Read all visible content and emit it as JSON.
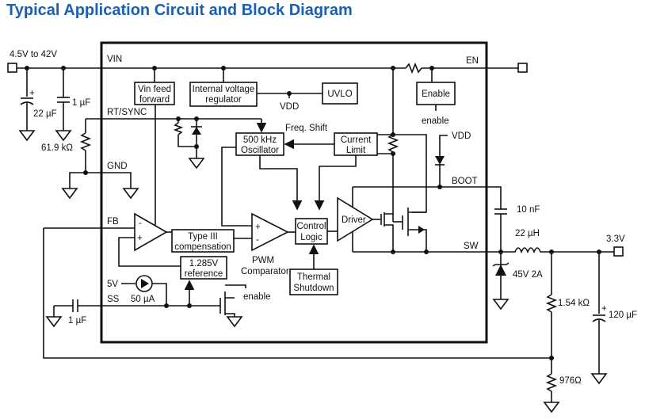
{
  "title": "Typical Application Circuit and Block Diagram",
  "colors": {
    "title": "#1a5fb4",
    "lines": "#111111"
  },
  "pins": {
    "vin": "VIN",
    "en": "EN",
    "rt_sync": "RT/SYNC",
    "gnd": "GND",
    "fb": "FB",
    "ss": "SS",
    "boot": "BOOT",
    "sw": "SW"
  },
  "blocks": {
    "vin_feed_forward": [
      "Vin feed",
      "forward"
    ],
    "internal_regulator": [
      "Internal voltage",
      "regulator"
    ],
    "uvlo": [
      "UVLO"
    ],
    "enable": [
      "Enable"
    ],
    "oscillator": [
      "500 kHz",
      "Oscillator"
    ],
    "current_limit": [
      "Current",
      "Limit"
    ],
    "type3_comp": [
      "Type III",
      "compensation"
    ],
    "reference": [
      "1.285V",
      "reference"
    ],
    "control_logic": [
      "Control",
      "Logic"
    ],
    "thermal_shutdown": [
      "Thermal",
      "Shutdown"
    ],
    "driver": "Driver",
    "pwm_comparator": [
      "PWM",
      "Comparator"
    ]
  },
  "labels": {
    "input_voltage": "4.5V to 42V",
    "output_voltage": "3.3V",
    "vdd": "VDD",
    "freq_shift": "Freq. Shift",
    "enable_signal": "enable",
    "five_v": "5V",
    "current_source": "50 µA",
    "opamp_minus": "-",
    "opamp_plus": "+"
  },
  "components": {
    "c_in_bulk": "22 µF",
    "c_in": "1 µF",
    "r_rt": "61.9 kΩ",
    "c_ss": "1 µF",
    "c_boot": "10 nF",
    "inductor": "22 µH",
    "diode": "45V 2A",
    "r_top": "1.54 kΩ",
    "c_out": "120 µF",
    "r_bottom": "976Ω"
  }
}
